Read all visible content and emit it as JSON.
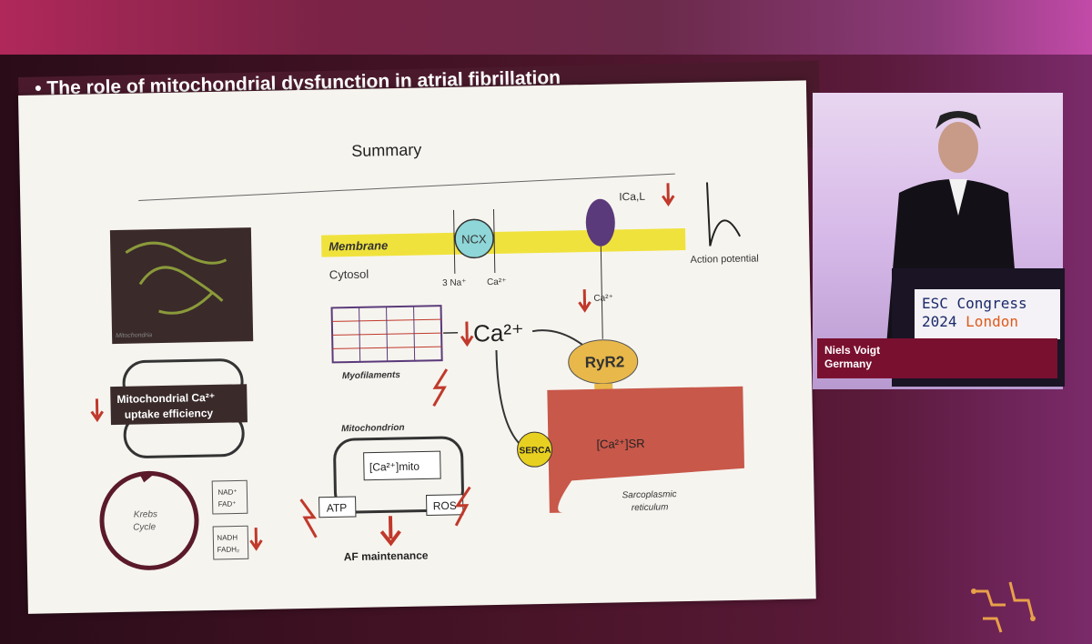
{
  "slide": {
    "title": "The role of mitochondrial dysfunction in atrial fibrillation",
    "summary": "Summary",
    "labels": {
      "membrane": "Membrane",
      "cytosol": "Cytosol",
      "ncx": "NCX",
      "na": "3 Na⁺",
      "ca_ion": "Ca²⁺",
      "ical": "ICa,L",
      "action_potential": "Action potential",
      "ca_main": "Ca²⁺",
      "ca_ryr": "Ca²⁺",
      "ryr2": "RyR2",
      "myofilaments": "Myofilaments",
      "mitochondrion": "Mitochondrion",
      "ca_mito": "[Ca²⁺]mito",
      "serca": "SERCA",
      "ca_sr": "[Ca²⁺]SR",
      "sarcoplasmic_1": "Sarcoplasmic",
      "sarcoplasmic_2": "reticulum",
      "atp": "ATP",
      "ros": "ROS",
      "af_maintenance": "AF maintenance",
      "mito_image": "Mitochondria",
      "mito_ca_1": "Mitochondrial Ca²⁺",
      "mito_ca_2": "uptake efficiency",
      "krebs_1": "Krebs",
      "krebs_2": "Cycle",
      "nad": "NAD⁺",
      "fad": "FAD⁺",
      "nadh": "NADH",
      "fadh": "FADH₂"
    }
  },
  "podium": {
    "line1": "ESC Congress",
    "line2_a": "2024 ",
    "line2_b": "London"
  },
  "speaker": {
    "name": "Niels Voigt",
    "country": "Germany"
  },
  "colors": {
    "membrane": "#f0e23c",
    "ncx": "#8fd6d8",
    "ryr2": "#e8b84a",
    "sr": "#c8584a",
    "serca": "#e8d020",
    "arrow": "#c0392b",
    "accent": "#7a1030"
  }
}
